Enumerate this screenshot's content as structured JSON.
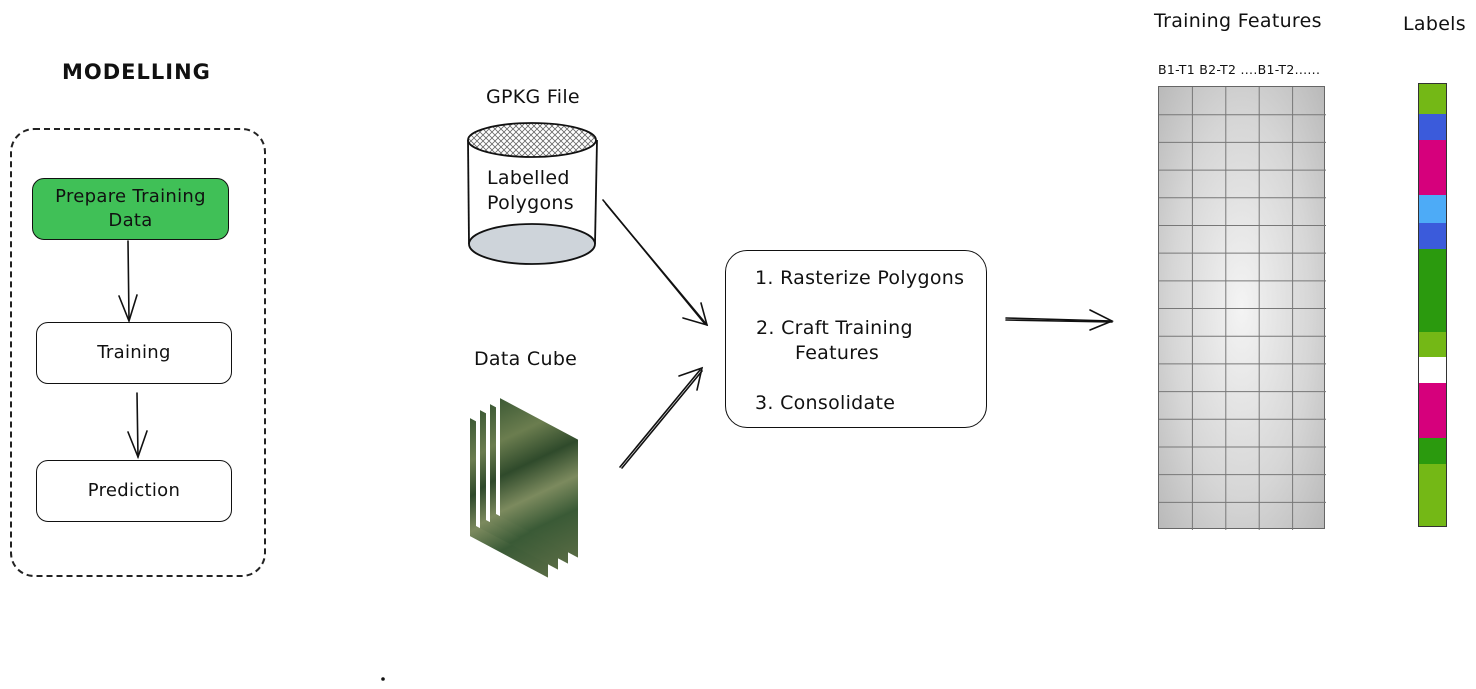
{
  "modelling": {
    "title": "MODELLING",
    "steps": [
      "Prepare Training Data",
      "Training",
      "Prediction"
    ],
    "active_color": "#40c057"
  },
  "gpkg": {
    "title": "GPKG File",
    "content_lines": [
      "Labelled",
      "Polygons"
    ]
  },
  "datacube": {
    "title": "Data Cube"
  },
  "process": {
    "items": [
      "1. Rasterize Polygons",
      "2. Craft Training",
      "Features",
      "3. Consolidate"
    ]
  },
  "features": {
    "title": "Training Features",
    "band_header": "B1-T1 B2-T2 ....B1-T2......",
    "columns": 5,
    "rows": 16
  },
  "labels": {
    "title": "Labels",
    "segments": [
      {
        "color": "#74b816",
        "fraction": 0.068
      },
      {
        "color": "#3b5bdb",
        "fraction": 0.059
      },
      {
        "color": "#d6007c",
        "fraction": 0.124
      },
      {
        "color": "#4dabf7",
        "fraction": 0.063
      },
      {
        "color": "#3b5bdb",
        "fraction": 0.059
      },
      {
        "color": "#2b9a0e",
        "fraction": 0.187
      },
      {
        "color": "#74b816",
        "fraction": 0.057
      },
      {
        "color": "#ffffff",
        "fraction": 0.06
      },
      {
        "color": "#d6007c",
        "fraction": 0.124
      },
      {
        "color": "#2b9a0e",
        "fraction": 0.059
      },
      {
        "color": "#74b816",
        "fraction": 0.14
      }
    ]
  }
}
